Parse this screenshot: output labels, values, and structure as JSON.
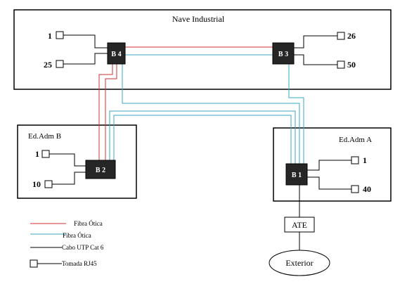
{
  "buildings": {
    "nave": {
      "title": "Nave Industrial"
    },
    "adm_b": {
      "title": "Ed.Adm B"
    },
    "adm_a": {
      "title": "Ed.Adm A"
    }
  },
  "switches": {
    "b1": "B 1",
    "b2": "B 2",
    "b3": "B 3",
    "b4": "B 4"
  },
  "ports": {
    "b4_top": "1",
    "b4_bottom": "25",
    "b3_top": "26",
    "b3_bottom": "50",
    "b2_top": "1",
    "b2_bottom": "10",
    "b1_top": "1",
    "b1_bottom": "40"
  },
  "ate": {
    "label": "ATE"
  },
  "exterior": {
    "label": "Exterior"
  },
  "legend": [
    {
      "label": "Fibra Ótica",
      "color": "#d03030"
    },
    {
      "label": "Fibra Ótica",
      "color": "#3aa7c6"
    },
    {
      "label": "Cabo UTP Cat 6",
      "color": "#000000"
    },
    {
      "label": "Tomada RJ45",
      "color": "#000000"
    }
  ],
  "colors": {
    "fiber_red": "#d03030",
    "fiber_blue": "#3aa7c6",
    "utp": "#000000",
    "switch_fill": "#262626"
  }
}
